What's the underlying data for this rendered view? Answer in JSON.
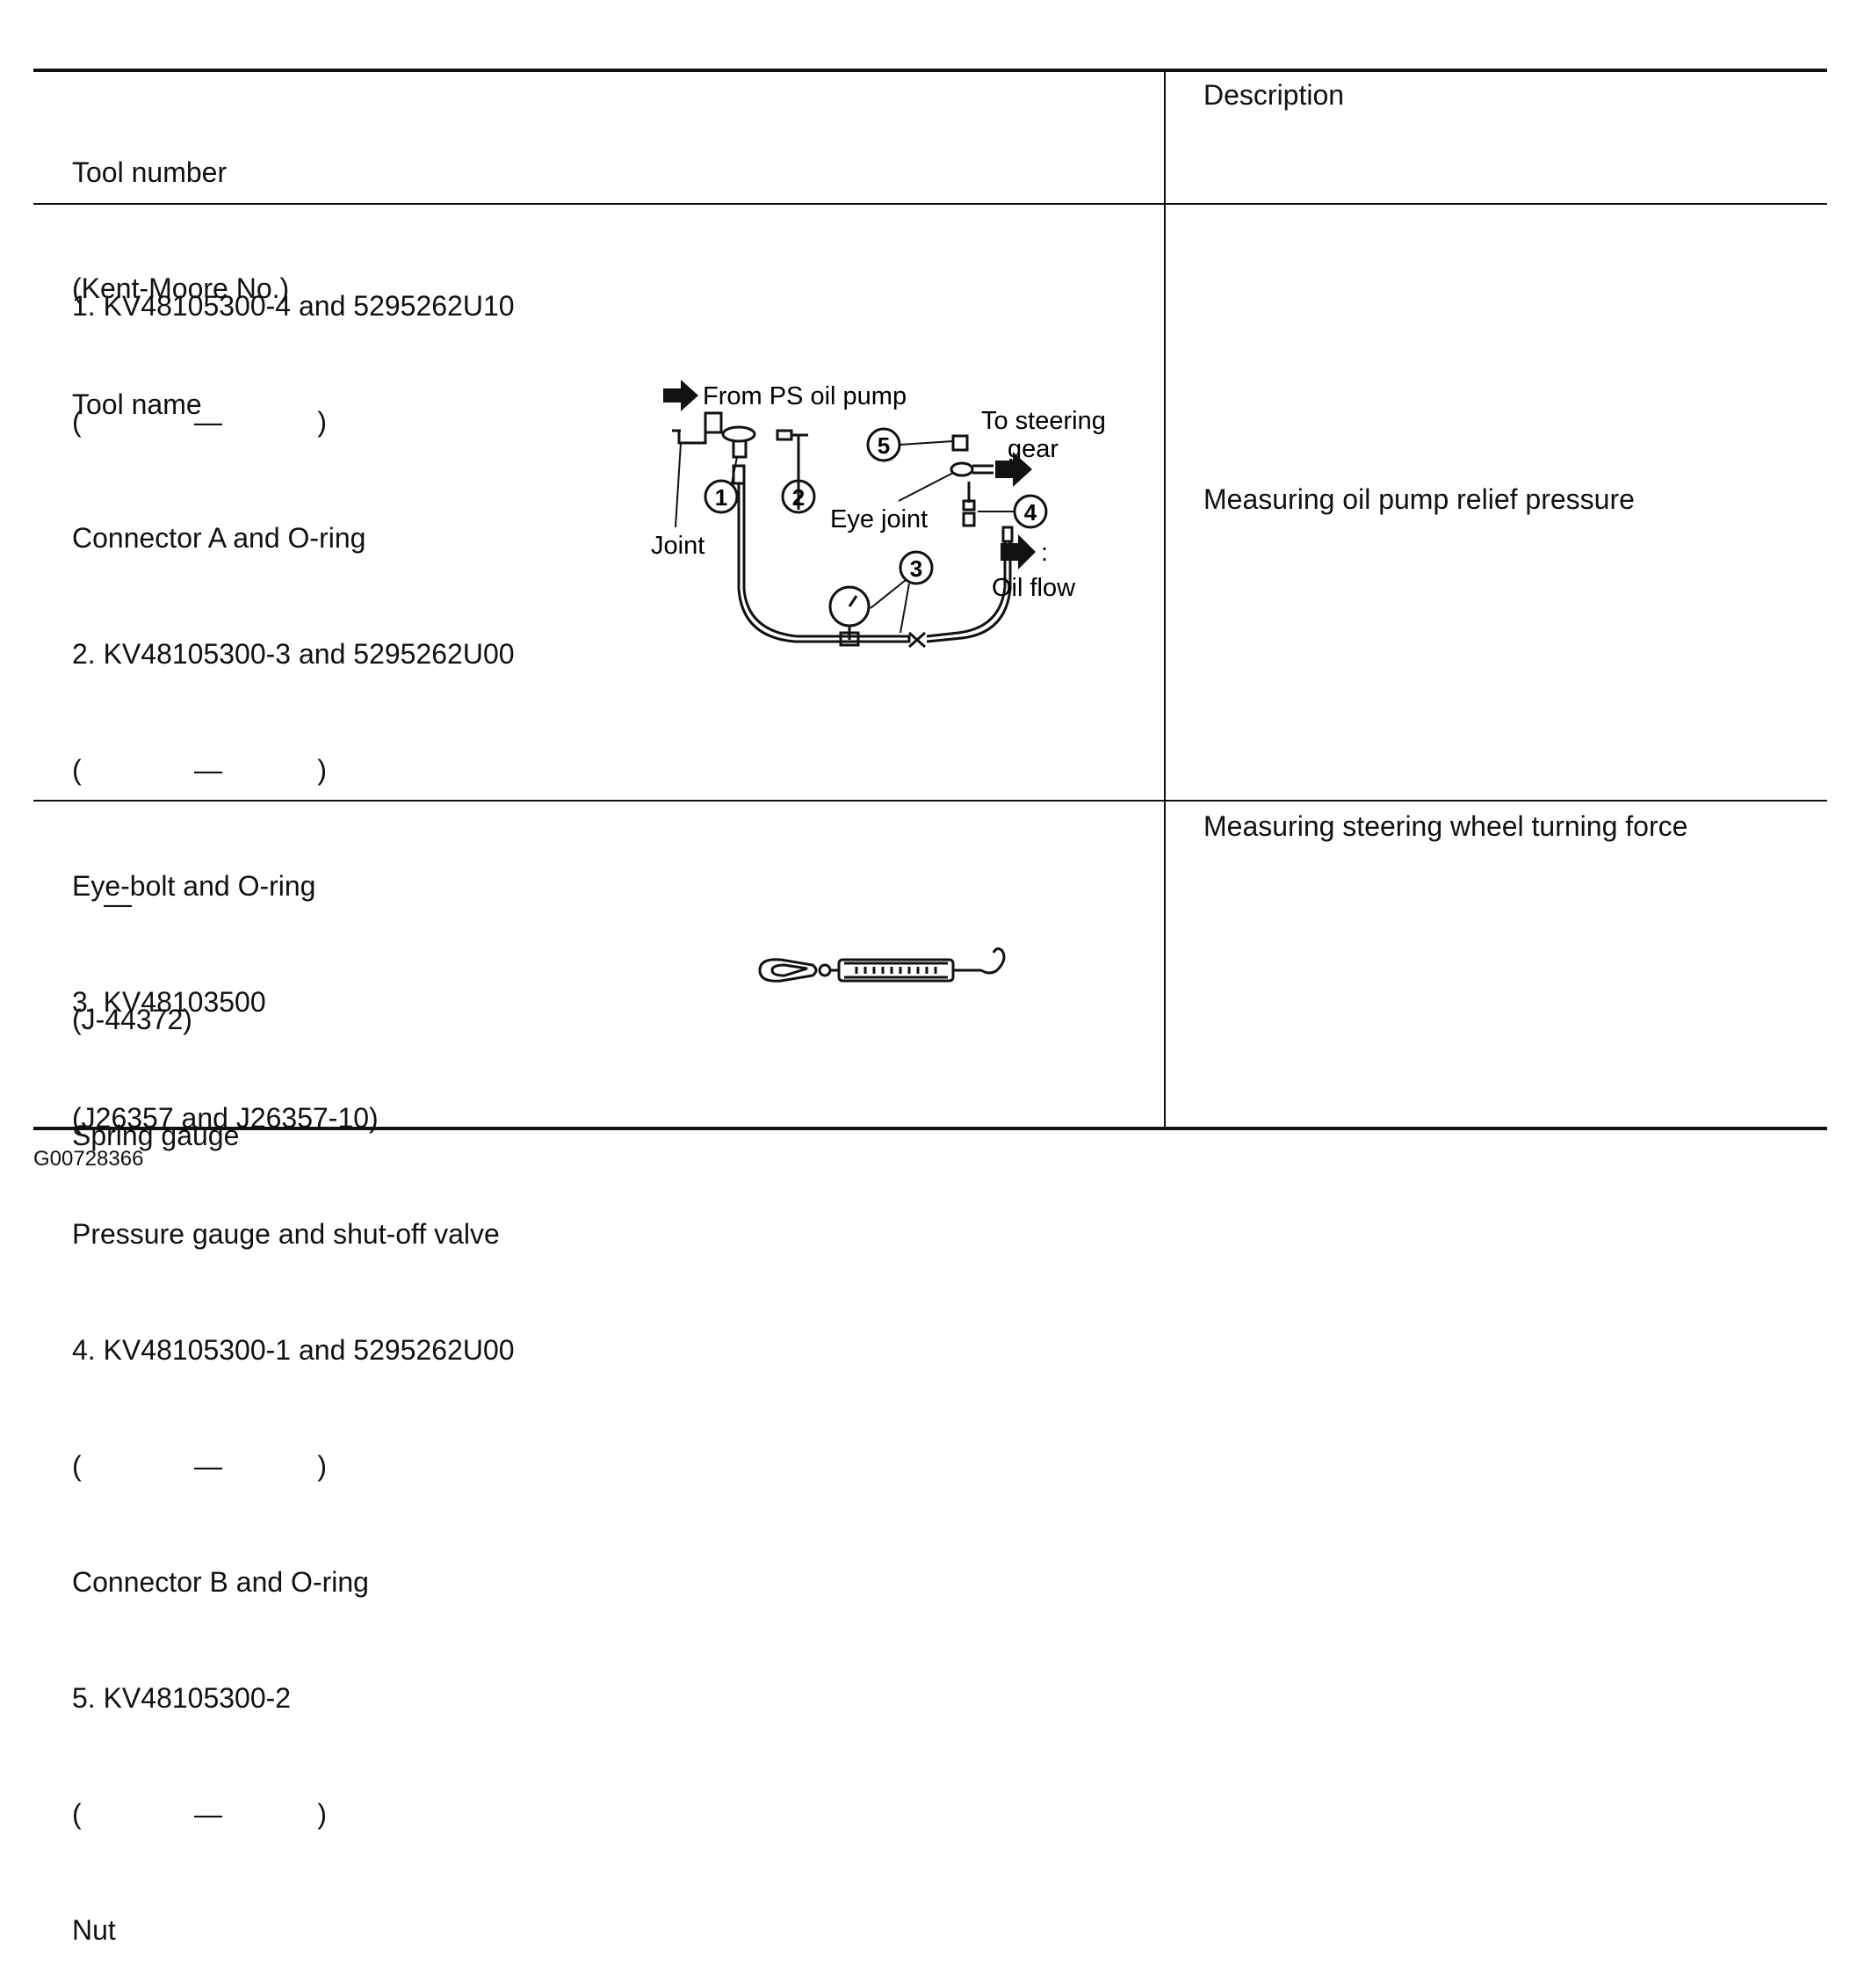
{
  "table": {
    "header": {
      "col1": [
        "Tool number",
        "(Kent-Moore No.)",
        "Tool name"
      ],
      "col2": "Description"
    },
    "row1": {
      "lines": [
        "1. KV48105300-4 and 5295262U10",
        "(",
        "Connector A and O-ring",
        "2. KV48105300-3 and 5295262U00",
        "(",
        "Eye-bolt and O-ring",
        "3. KV48103500",
        "(J26357 and J26357-10)",
        "Pressure gauge and shut-off valve",
        "4. KV48105300-1 and 5295262U00",
        "(",
        "Connector B and O-ring",
        "5. KV48105300-2",
        "(",
        "Nut"
      ],
      "paren_close": ")",
      "dash": "—",
      "description": "Measuring oil pump relief pressure",
      "diagram": {
        "from_pump": "From PS oil pump",
        "to_steering": "To steering",
        "gear": "gear",
        "eye_joint": "Eye joint",
        "joint": "Joint",
        "oil_flow": "Oil flow",
        "colon": ":",
        "callouts": [
          "1",
          "2",
          "3",
          "4",
          "5"
        ]
      }
    },
    "row2": {
      "dash": "—",
      "lines": [
        "(J-44372)",
        "Spring gauge"
      ],
      "description": "Measuring steering wheel turning force"
    }
  },
  "footer": {
    "code": "G00728366"
  }
}
